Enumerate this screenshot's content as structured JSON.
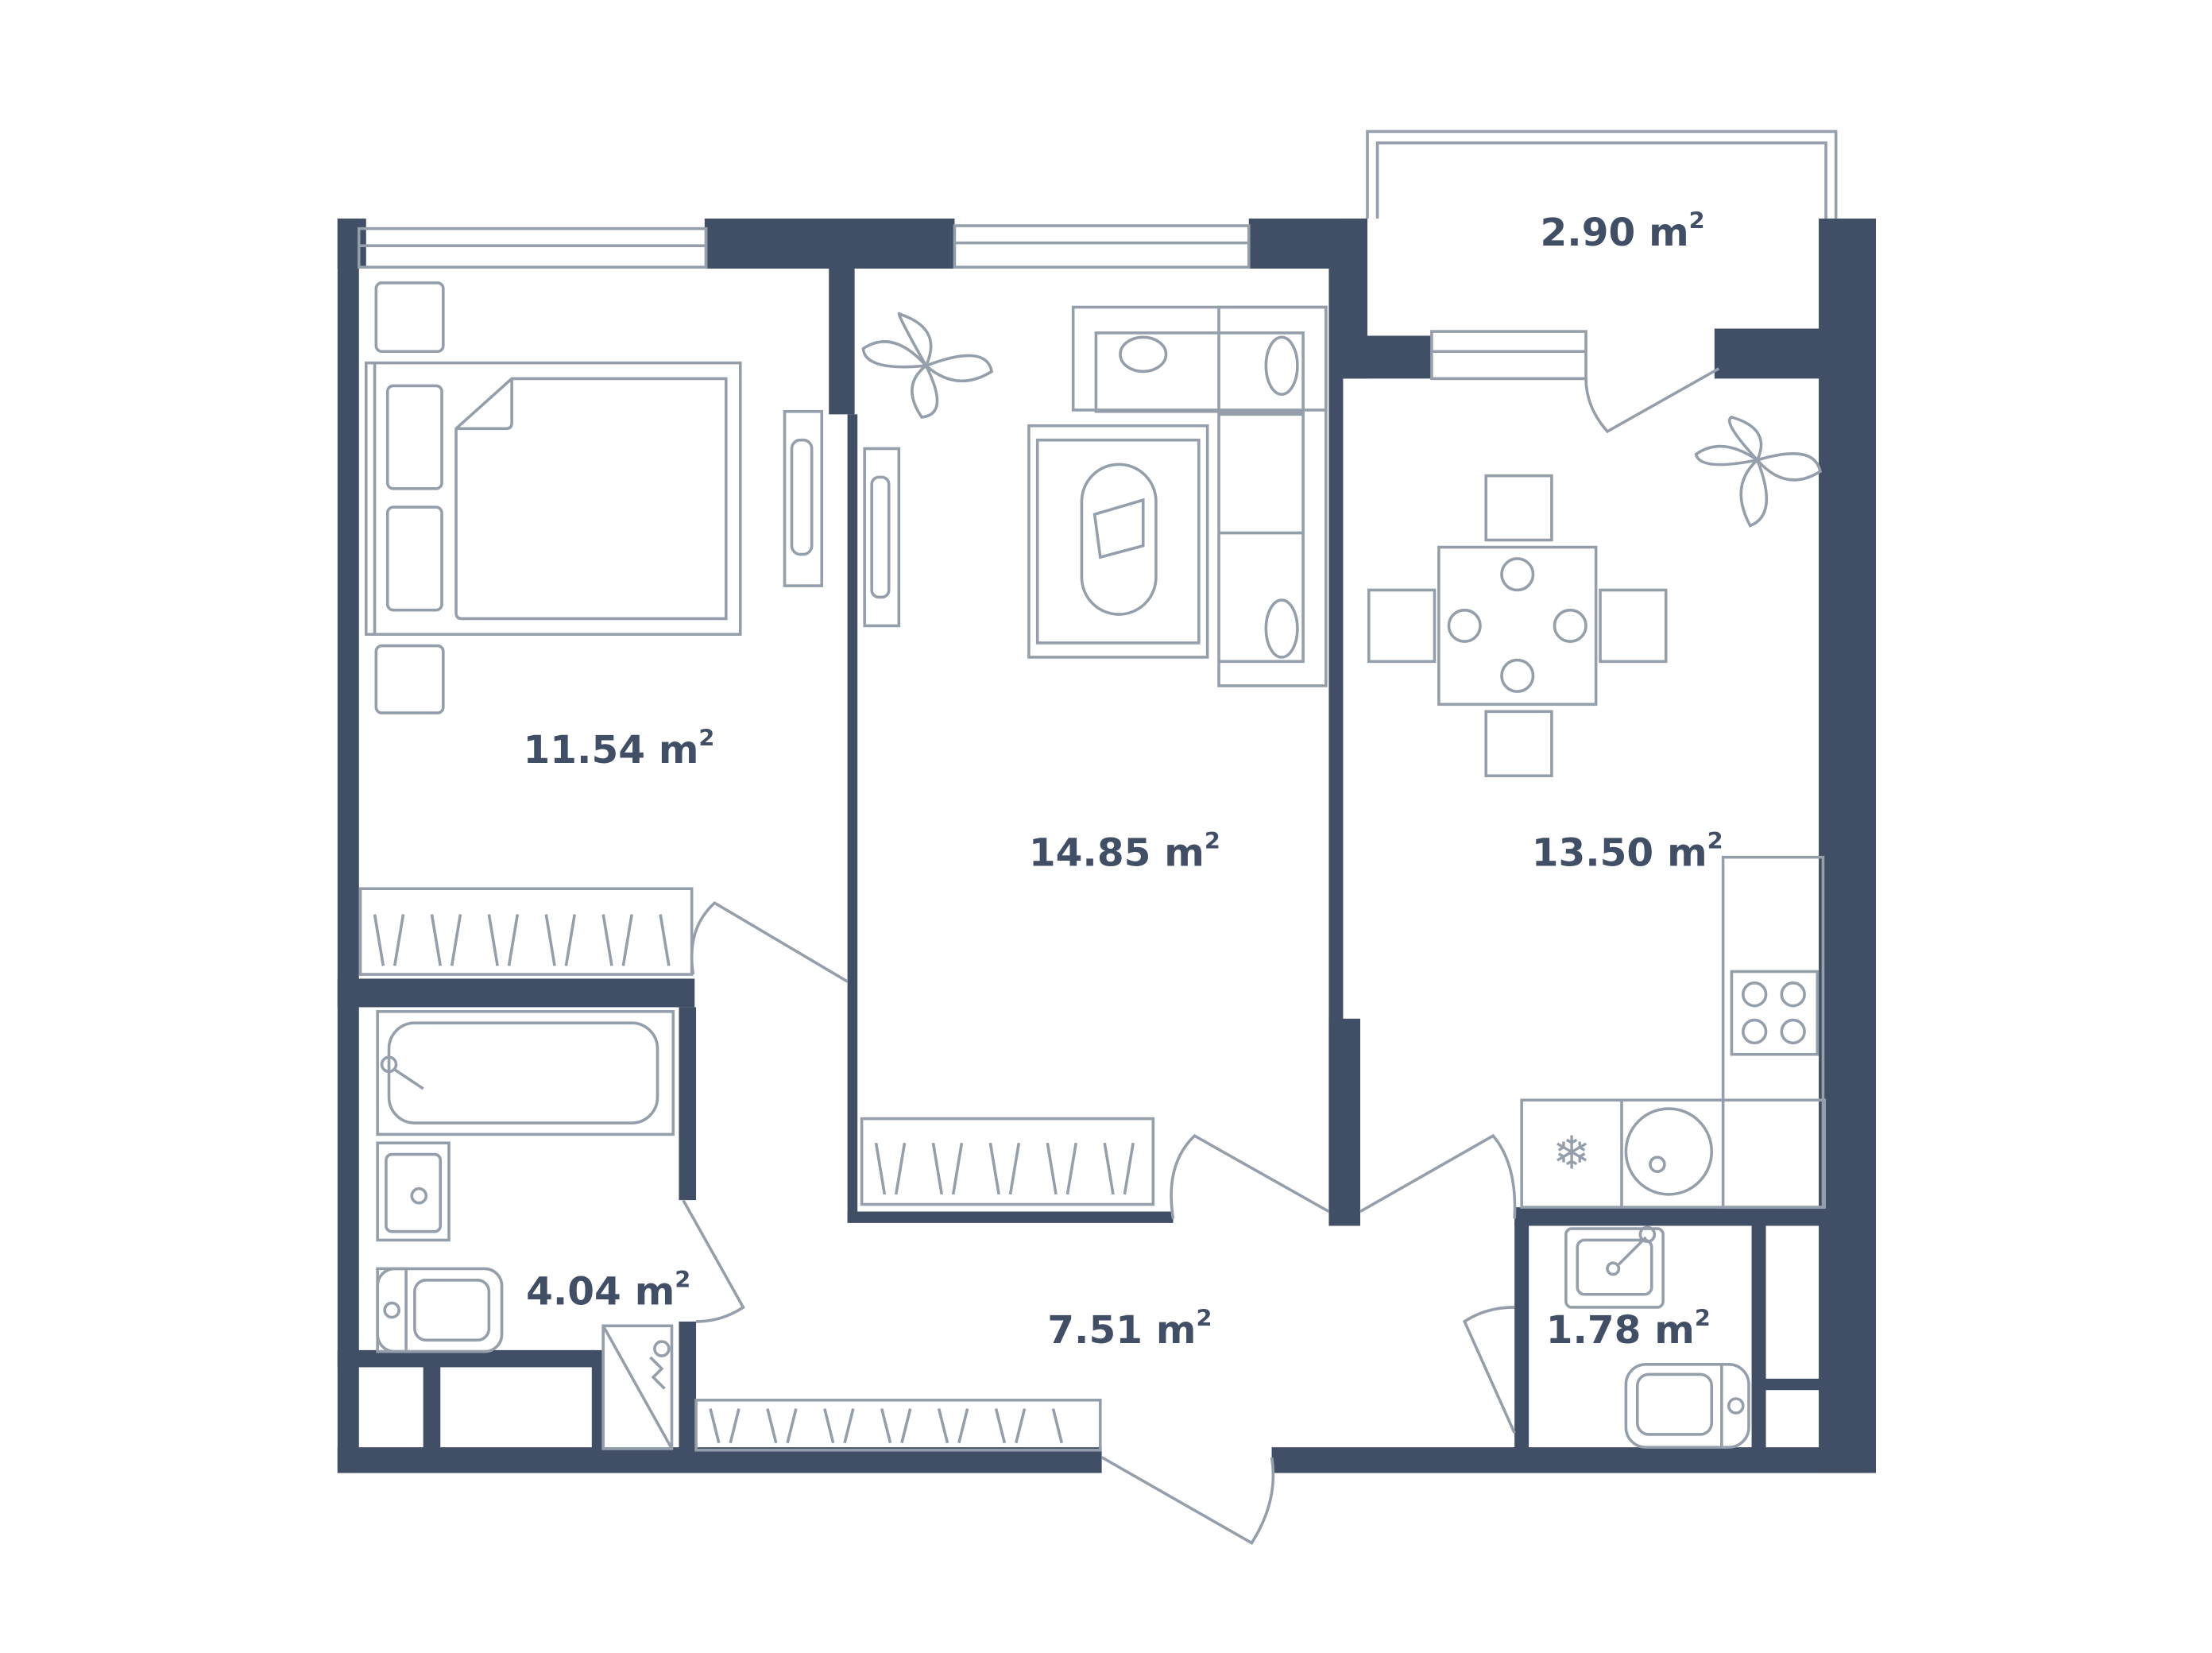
{
  "floor_plan": {
    "colors": {
      "wall": "#404F66",
      "furniture": "#949FAB",
      "background": "#FFFFFF"
    },
    "rooms": [
      {
        "id": "bedroom",
        "area": "11.54",
        "unit": "m",
        "exp": "2"
      },
      {
        "id": "living-room",
        "area": "14.85",
        "unit": "m",
        "exp": "2"
      },
      {
        "id": "kitchen",
        "area": "13.50",
        "unit": "m",
        "exp": "2"
      },
      {
        "id": "balcony",
        "area": "2.90",
        "unit": "m",
        "exp": "2"
      },
      {
        "id": "bathroom",
        "area": "4.04",
        "unit": "m",
        "exp": "2"
      },
      {
        "id": "hallway",
        "area": "7.51",
        "unit": "m",
        "exp": "2"
      },
      {
        "id": "toilet",
        "area": "1.78",
        "unit": "m",
        "exp": "2"
      }
    ]
  }
}
